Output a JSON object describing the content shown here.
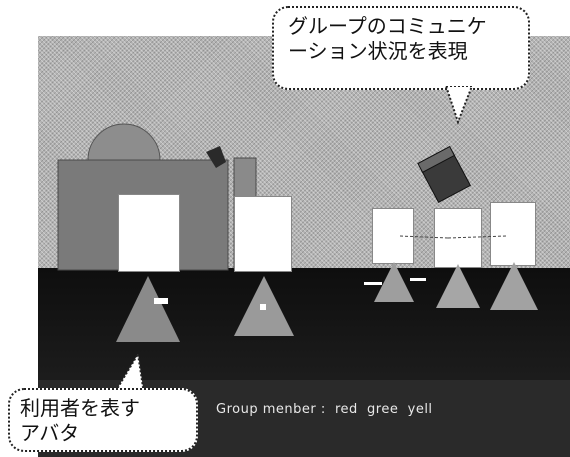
{
  "callouts": {
    "group_status": {
      "line1": "グループのコミュニケ",
      "line2": "ーション状況を表現"
    },
    "avatar": {
      "line1": "利用者を表す",
      "line2": "アバタ"
    }
  },
  "status_bar": {
    "group_members": "Group menber :  red  gree  yell"
  },
  "colors": {
    "sky": "#b4b4b4",
    "floor": "#1c1c1c",
    "avatar_head": "#ffffff",
    "avatar_body": "#9a9a9a",
    "hud_text": "#e8e8e8"
  }
}
